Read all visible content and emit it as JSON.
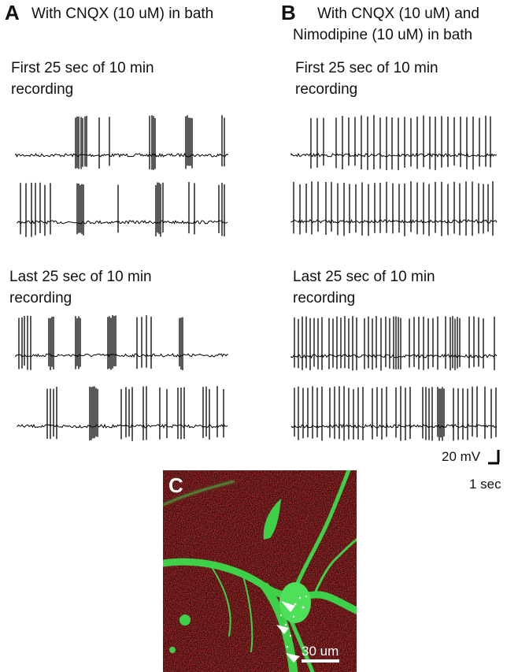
{
  "panel_a": {
    "letter": "A",
    "title": "With CNQX (10 uM) in bath",
    "first_label_1": "First 25 sec of 10 min",
    "first_label_2": "recording",
    "last_label_1": "Last 25 sec of 10 min",
    "last_label_2": "recording"
  },
  "panel_b": {
    "letter": "B",
    "title_line1": "With CNQX (10 uM) and",
    "title_line2": "Nimodipine (10 uM) in bath",
    "first_label_1": "First 25 sec of 10 min",
    "first_label_2": "recording",
    "last_label_1": "Last 25 sec of 10 min",
    "last_label_2": "recording"
  },
  "scale_bar": {
    "voltage": "20 mV",
    "time": "1 sec"
  },
  "panel_c": {
    "letter": "C",
    "scale_label": "30 um",
    "colors": {
      "background": "#5a0e0e",
      "neuron": "#3fd04a",
      "labels": "#ffffff"
    }
  },
  "traces": {
    "a1": [
      [
        96,
        98,
        100,
        103,
        105,
        108,
        110
      ],
      [
        126,
        139
      ],
      [
        190,
        193,
        195,
        197
      ],
      [
        236,
        238,
        240,
        242,
        244
      ],
      [
        282,
        285
      ]
    ],
    "a2": [
      [
        26,
        33,
        40,
        45,
        51,
        57,
        64
      ],
      [
        98,
        100,
        102,
        104,
        106
      ],
      [
        150
      ],
      [
        198,
        200,
        202,
        204,
        207
      ],
      [
        240,
        247
      ],
      [
        278,
        282,
        285
      ]
    ],
    "a3": [
      [
        24,
        28,
        31,
        35,
        39
      ],
      [
        62,
        64,
        66,
        68
      ],
      [
        96,
        98,
        100,
        102
      ],
      [
        137,
        139,
        141,
        143,
        145,
        147
      ],
      [
        174,
        180,
        186,
        192
      ],
      [
        228,
        230,
        232
      ]
    ],
    "a4": [
      [
        60,
        64,
        68,
        72
      ],
      [
        114,
        116,
        118,
        120,
        122,
        124
      ],
      [
        154,
        160,
        164,
        168
      ],
      [
        182,
        186
      ],
      [
        203,
        212
      ],
      [
        226,
        230,
        234
      ],
      [
        258,
        262,
        266
      ],
      [
        276,
        284
      ]
    ],
    "b1": [
      [
        395,
        403,
        411
      ],
      [
        427,
        435,
        443,
        451,
        459
      ],
      [
        467,
        475,
        483,
        491,
        498
      ],
      [
        506,
        514,
        522,
        530,
        538
      ],
      [
        546,
        553,
        561,
        569,
        577
      ],
      [
        585,
        593,
        601,
        609,
        617,
        623
      ]
    ],
    "b2": [
      [
        373,
        381,
        389,
        396,
        404
      ],
      [
        414,
        421,
        429,
        437,
        444
      ],
      [
        452,
        460,
        468,
        476,
        483
      ],
      [
        491,
        499,
        507,
        514,
        522
      ],
      [
        530,
        538,
        545,
        553,
        561
      ],
      [
        569,
        577,
        584,
        592,
        600
      ],
      [
        608,
        614,
        620,
        626
      ]
    ],
    "b3": [
      [
        374,
        379,
        384,
        389,
        394,
        399,
        404,
        409
      ],
      [
        418,
        423,
        428,
        433,
        438,
        443,
        448,
        453
      ],
      [
        463,
        468,
        473,
        478,
        484,
        490,
        495,
        500,
        503,
        506,
        509
      ],
      [
        520,
        526,
        532,
        538,
        544,
        550,
        556
      ],
      [
        566,
        572,
        575,
        578,
        581,
        584
      ],
      [
        596,
        602,
        608,
        614,
        628
      ]
    ],
    "b4": [
      [
        374,
        379,
        385,
        391,
        397,
        403,
        409
      ],
      [
        419,
        425,
        431,
        437,
        443,
        449,
        455,
        461
      ],
      [
        473,
        479,
        485,
        491
      ],
      [
        503,
        509,
        515,
        521
      ],
      [
        537,
        541,
        545,
        549
      ],
      [
        556,
        558,
        560,
        562,
        564
      ],
      [
        576,
        582,
        588,
        594,
        600,
        606
      ],
      [
        616,
        624,
        630
      ]
    ]
  }
}
